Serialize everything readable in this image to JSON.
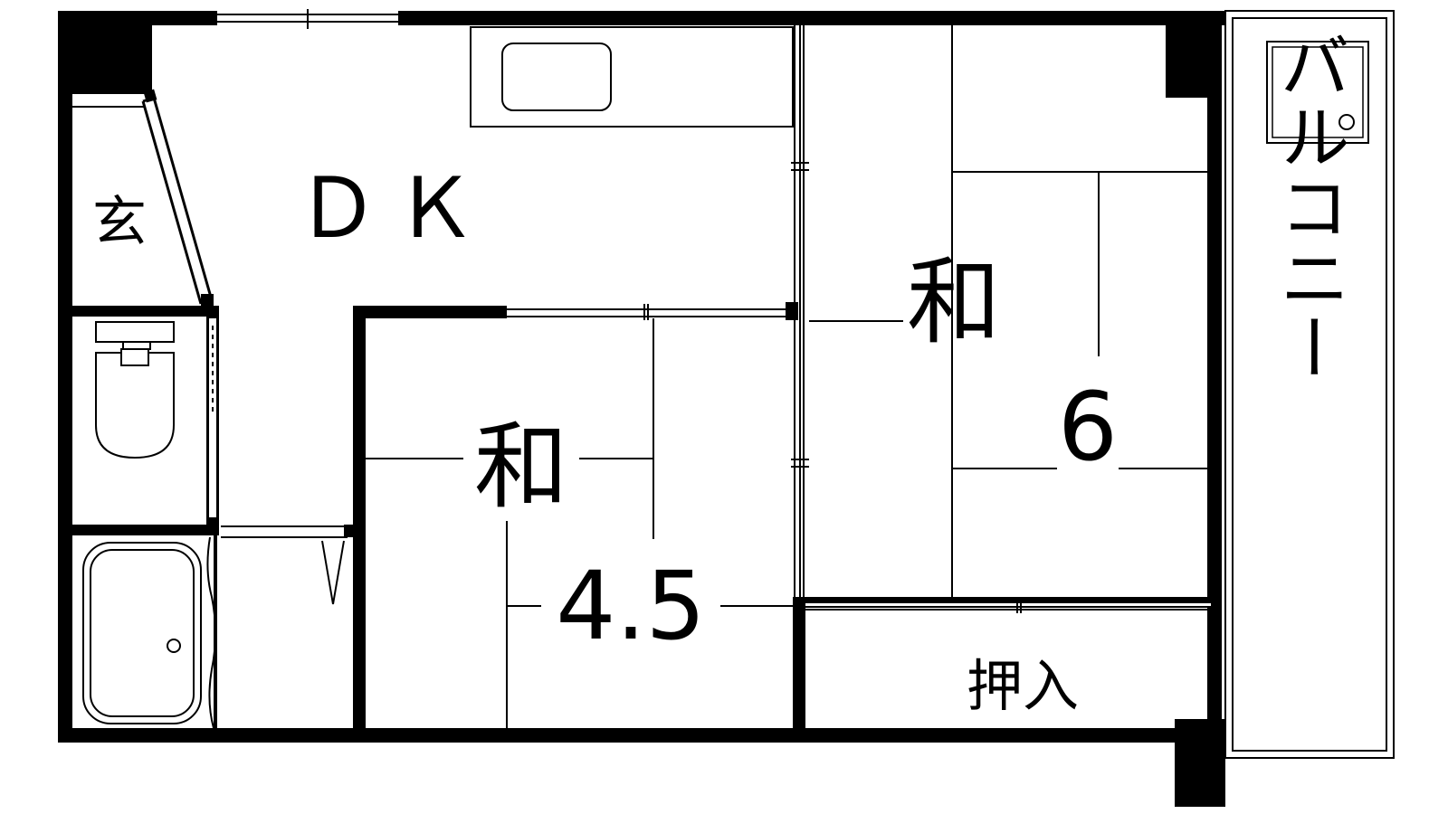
{
  "floorplan": {
    "rooms": {
      "dk": {
        "label": "ＤＫ"
      },
      "entrance": {
        "label": "玄"
      },
      "washitsu_small": {
        "label": "和",
        "size": "4.5"
      },
      "washitsu_large": {
        "label": "和",
        "size": "6"
      },
      "closet": {
        "label": "押入"
      },
      "balcony": {
        "label": "バルコニー"
      }
    },
    "colors": {
      "wall": "#000000",
      "line": "#000000",
      "background": "#ffffff"
    }
  }
}
